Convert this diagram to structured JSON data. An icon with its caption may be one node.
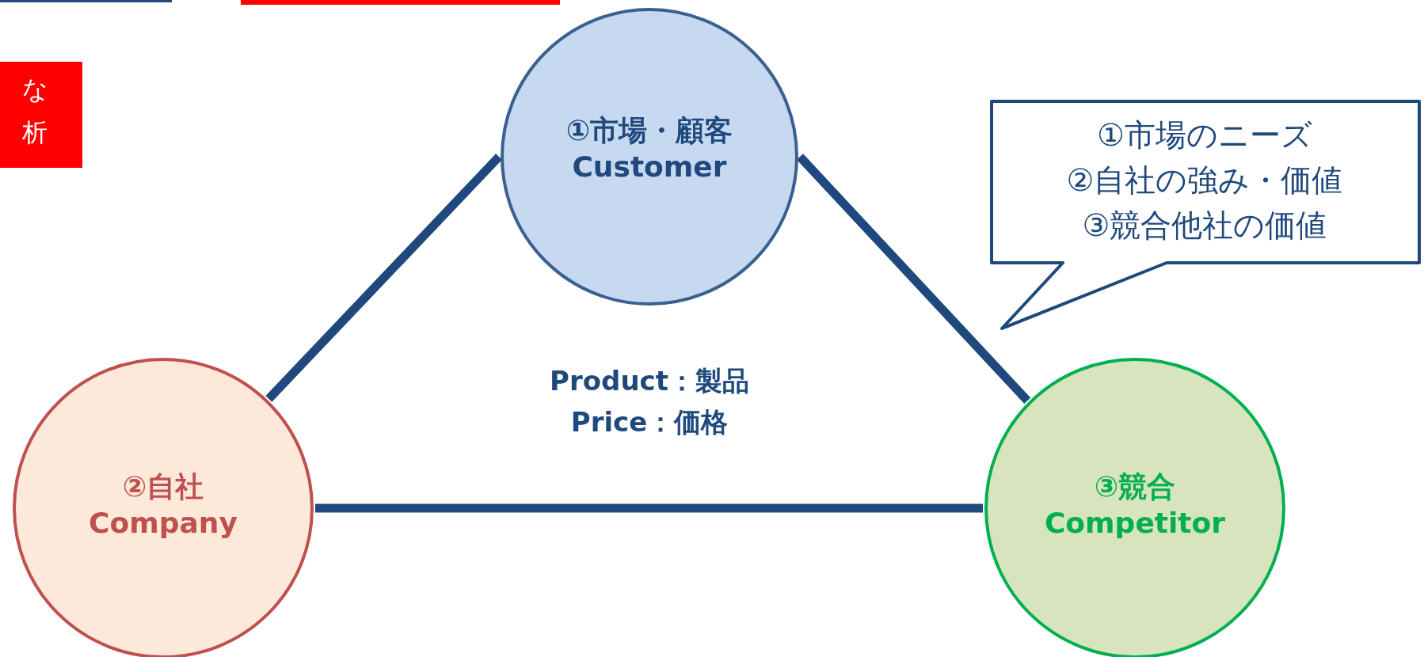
{
  "diagram": {
    "nodes": [
      {
        "text": [],
        "shape": "box"
      },
      {
        "text": [],
        "shape": "box"
      },
      {
        "text": [
          "な析"
        ]
      },
      {
        "text": [
          "①市場・顧客",
          "Customer"
        ]
      },
      {
        "text": [
          "①市場のニーズ",
          "②自社の強み・価値",
          "③競合他社の価値"
        ]
      },
      {
        "text": [
          "②自社",
          "Company"
        ]
      },
      {
        "text": [
          "③競合",
          "Competitor"
        ]
      }
    ],
    "edges": [
      {
        "from": 3,
        "to": 5,
        "arrow": "none"
      },
      {
        "from": 3,
        "to": 6,
        "arrow": "none"
      },
      {
        "from": 5,
        "to": 6,
        "arrow": "none"
      }
    ],
    "labels": [
      "Product：製品",
      "Price：価格"
    ]
  }
}
